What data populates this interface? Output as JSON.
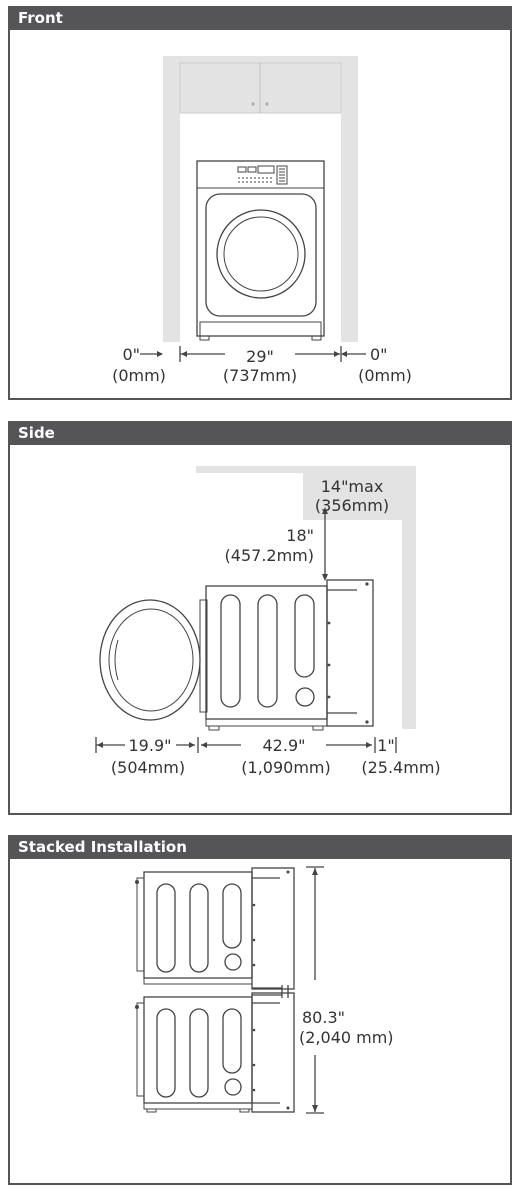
{
  "sections": {
    "front": {
      "title": "Front",
      "left_clearance": "0\"",
      "left_clearance_mm": "(0mm)",
      "width": "29\"",
      "width_mm": "(737mm)",
      "right_clearance": "0\"",
      "right_clearance_mm": "(0mm)"
    },
    "side": {
      "title": "Side",
      "cabinet_depth": "14\"max",
      "cabinet_depth_mm": "(356mm)",
      "top_clearance": "18\"",
      "top_clearance_mm": "(457.2mm)",
      "door_depth": "19.9\"",
      "door_depth_mm": "(504mm)",
      "depth": "42.9\"",
      "depth_mm": "(1,090mm)",
      "rear_clearance": "1\"",
      "rear_clearance_mm": "(25.4mm)"
    },
    "stacked": {
      "title": "Stacked Installation",
      "height": "80.3\"",
      "height_mm": "(2,040 mm)"
    }
  },
  "colors": {
    "header_bg": "#555558",
    "wall": "#e3e3e3",
    "line": "#444444"
  }
}
